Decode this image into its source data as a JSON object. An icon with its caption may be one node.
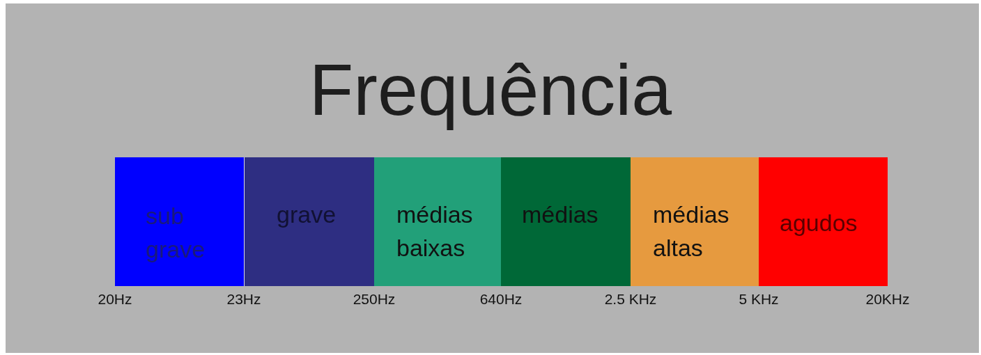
{
  "diagram": {
    "title": "Frequência",
    "nodes": [
      {
        "text": [
          "sub grave"
        ]
      },
      {
        "text": [
          "grave"
        ]
      },
      {
        "text": [
          "médias baixas"
        ]
      },
      {
        "text": [
          "médias"
        ]
      },
      {
        "text": [
          "médias altas"
        ]
      },
      {
        "text": [
          "agudos"
        ]
      }
    ],
    "labels": [
      "20Hz",
      "23Hz",
      "250Hz",
      "640Hz",
      "2.5 KHz",
      "5 KHz",
      "20KHz"
    ]
  }
}
